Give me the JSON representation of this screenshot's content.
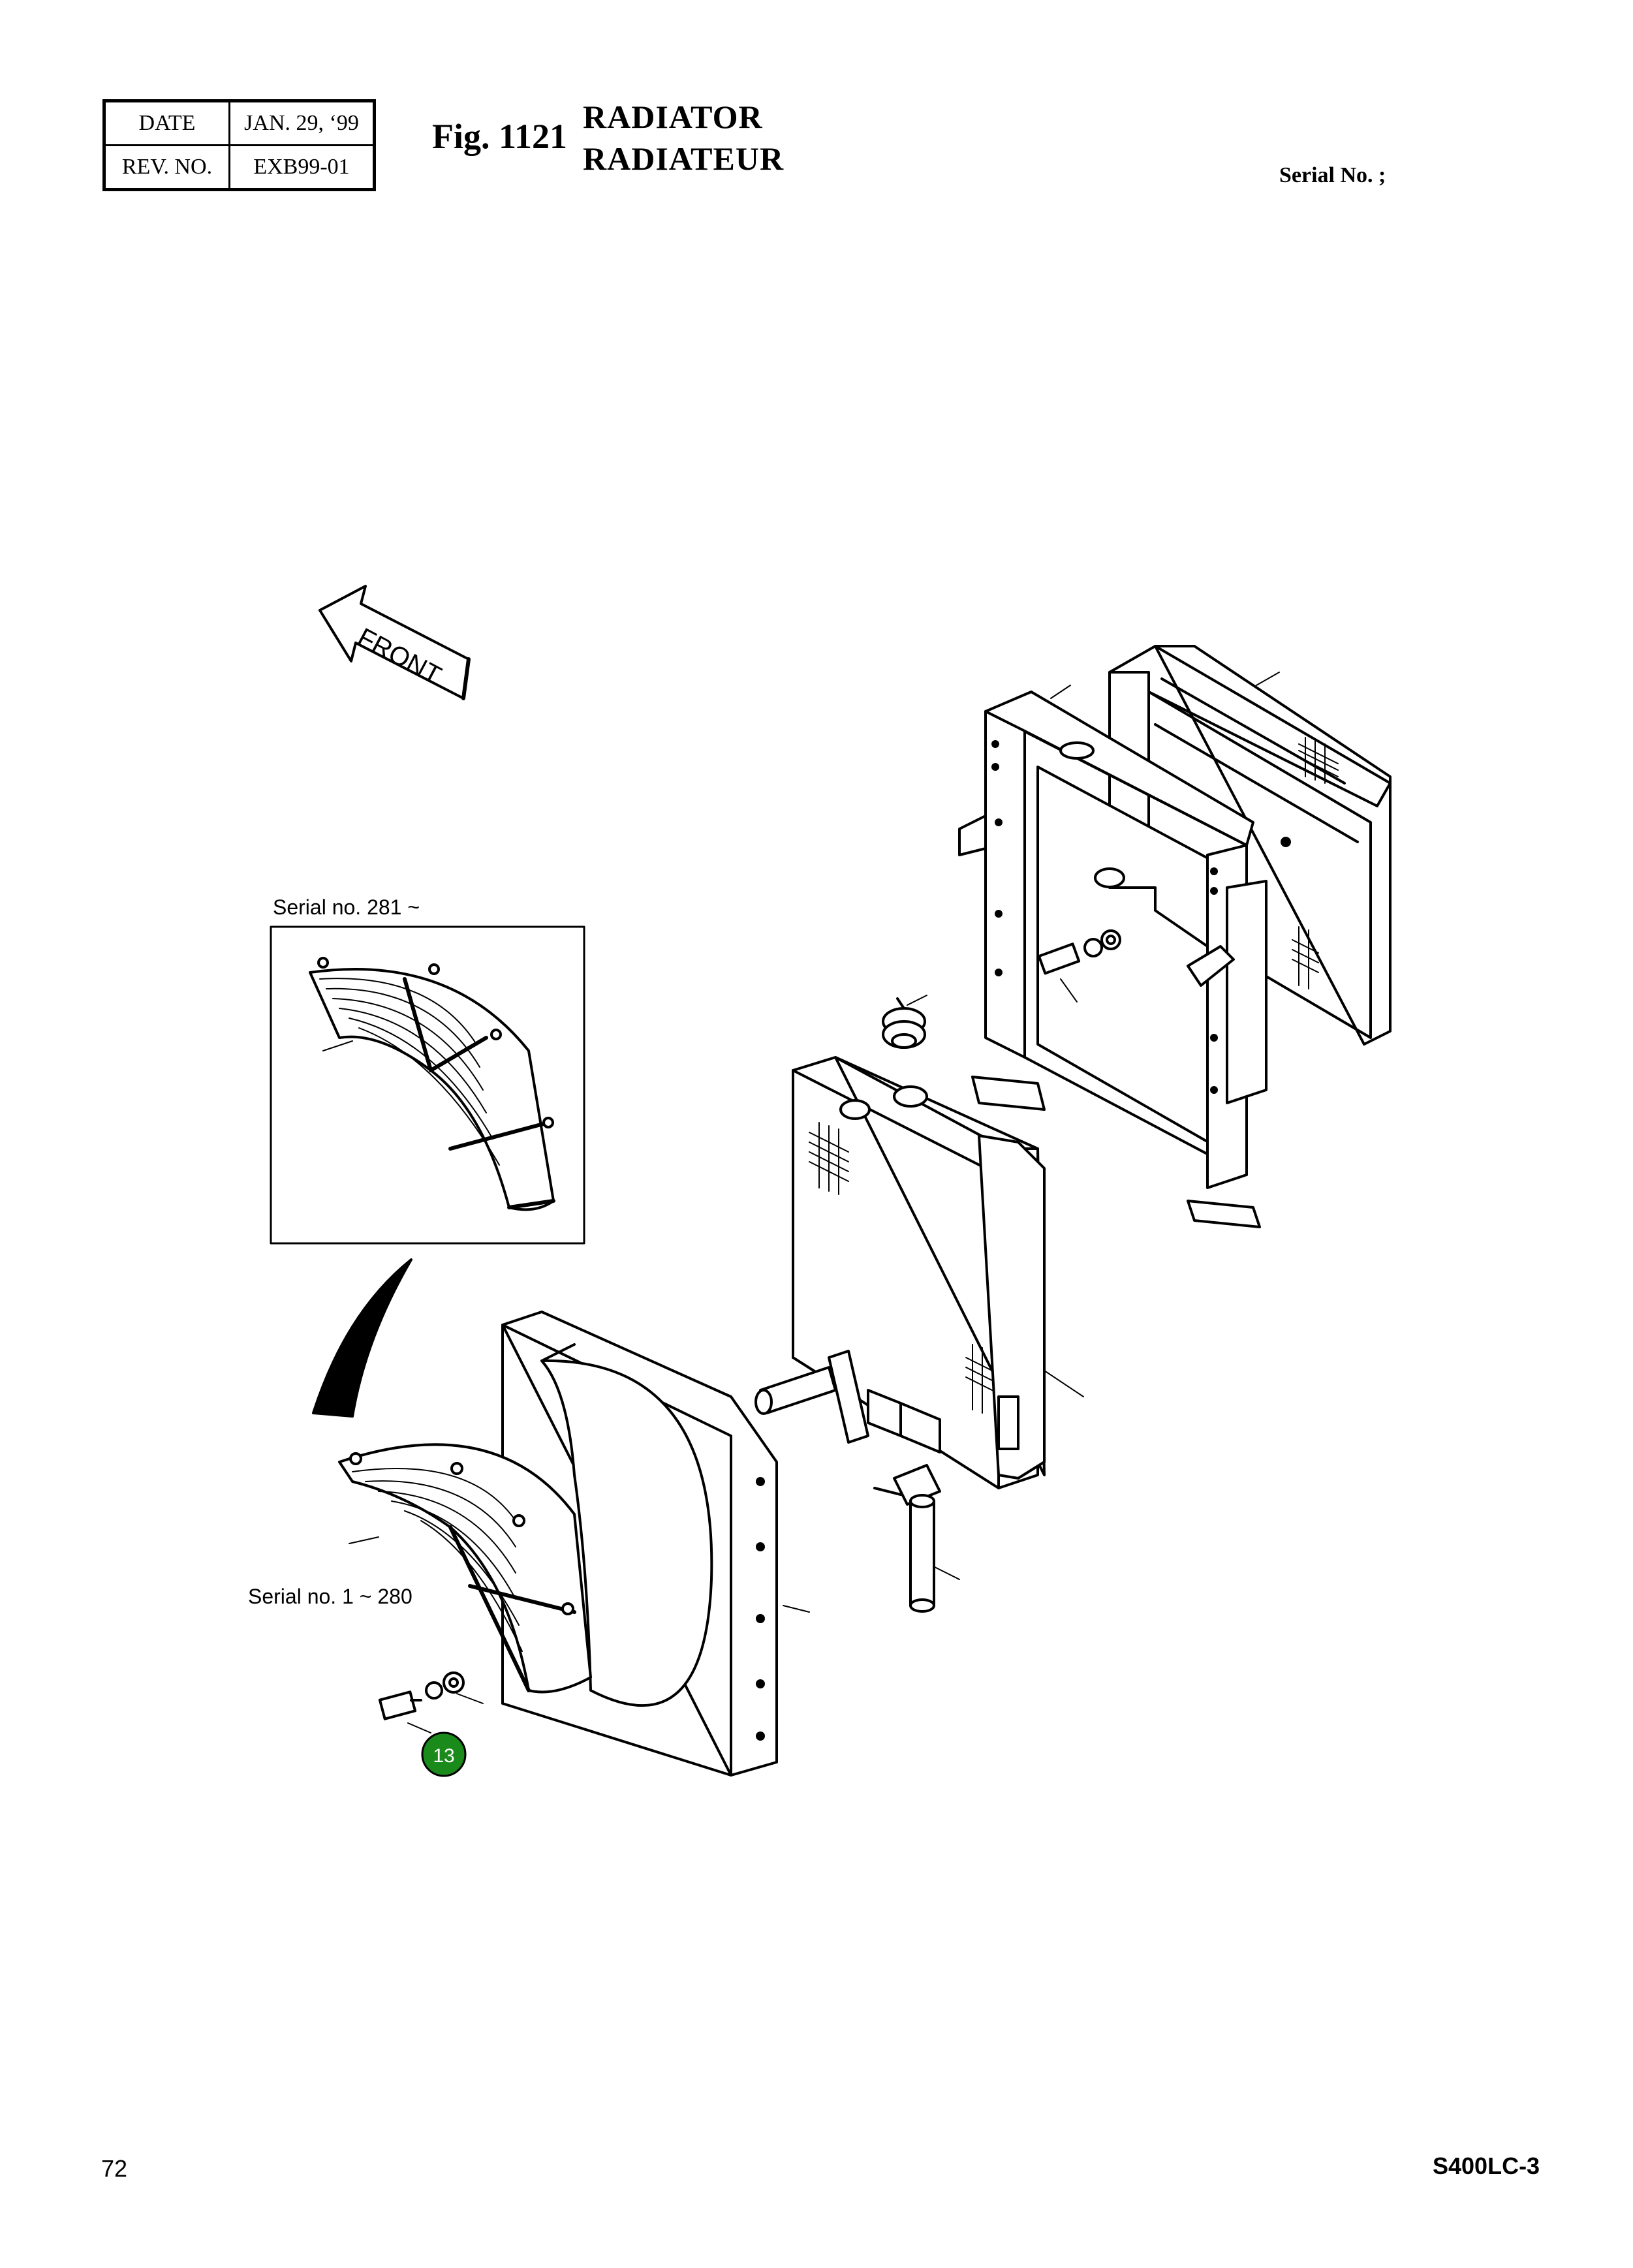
{
  "header": {
    "date_label": "DATE",
    "date_value": "JAN. 29, ‘99",
    "rev_label": "REV. NO.",
    "rev_value": "EXB99-01",
    "fig_number": "Fig. 1121",
    "title_en": "RADIATOR",
    "title_fr": "RADIATEUR",
    "serial_label": "Serial No. ;"
  },
  "diagram": {
    "front_label": "FRONT",
    "inset_serial_label": "Serial no. 281 ~",
    "main_serial_label": "Serial no. 1 ~ 280",
    "callout_number": "13",
    "callout_color": "#1a8a1a"
  },
  "footer": {
    "page_number": "72",
    "model": "S400LC-3"
  }
}
